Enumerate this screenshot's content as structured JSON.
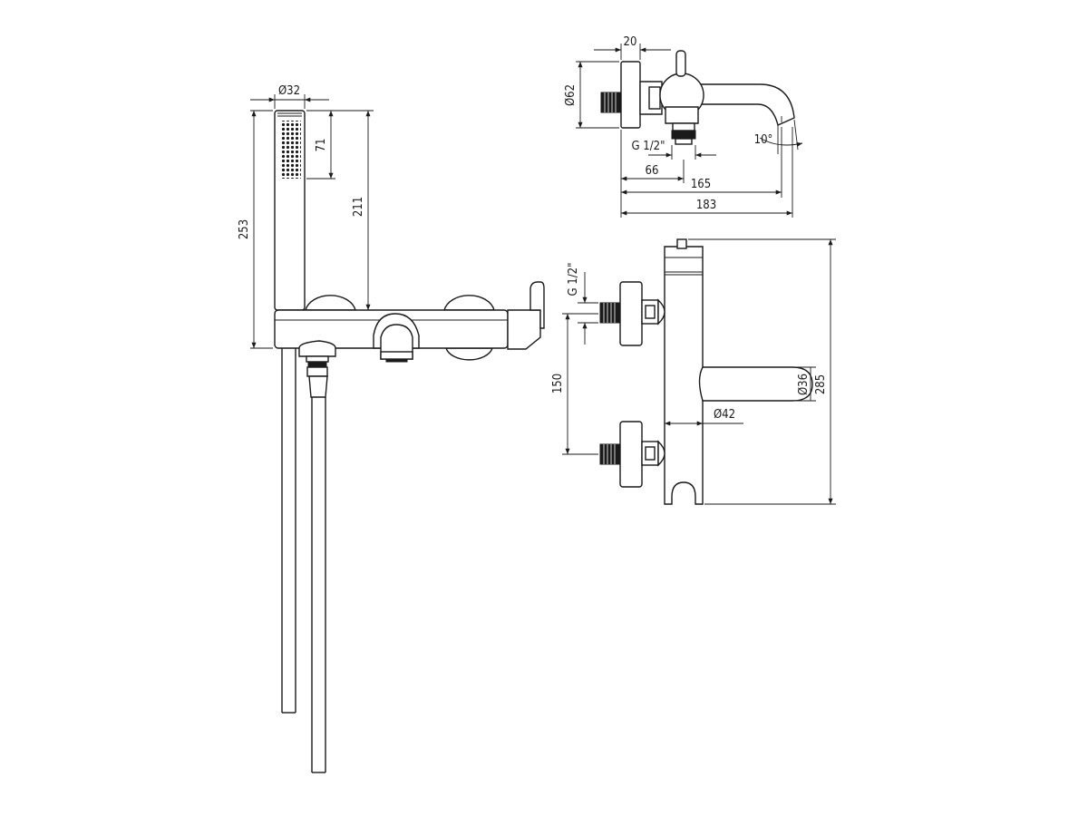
{
  "dimensions": {
    "hand_shower_diameter": "Ø32",
    "nozzle_zone": "71",
    "hand_shower_to_bar": "211",
    "total_height": "253",
    "wall_plate_depth": "20",
    "flange_diameter": "Ø62",
    "connector_thread_top": "G 1/2\"",
    "offset_66": "66",
    "reach_165": "165",
    "reach_183": "183",
    "spout_angle": "10°",
    "connector_thread_side": "G 1/2\"",
    "center_spacing": "150",
    "spout_diameter": "Ø36",
    "body_diameter": "Ø42",
    "body_height": "285"
  }
}
